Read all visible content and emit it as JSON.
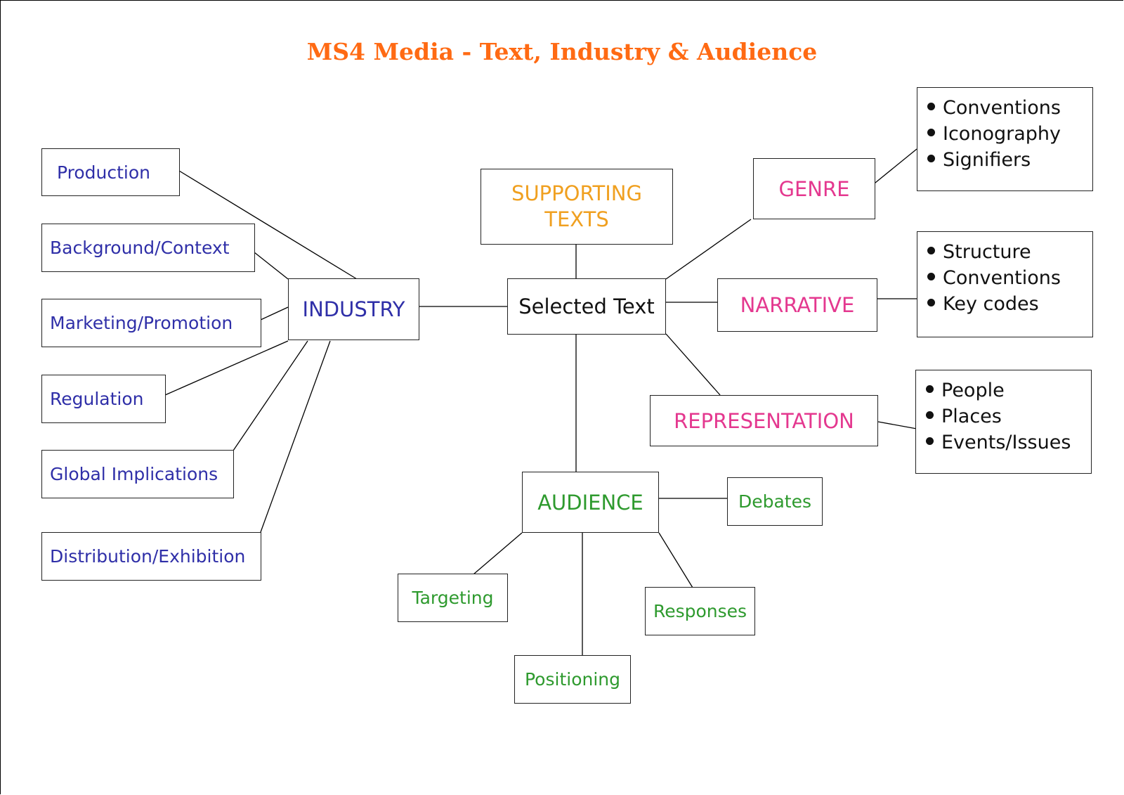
{
  "title": "MS4 Media - Text, Industry & Audience",
  "colors": {
    "title": "#ff6a13",
    "industry": "#2f2fa8",
    "supporting": "#f0a020",
    "text_concepts": "#e4388f",
    "audience": "#2e9a2e",
    "central": "#111111"
  },
  "central": {
    "label": "Selected Text"
  },
  "supporting_texts": {
    "label_line1": "SUPPORTING",
    "label_line2": "TEXTS"
  },
  "industry": {
    "label": "INDUSTRY",
    "items": [
      "Production",
      "Background/Context",
      "Marketing/Promotion",
      "Regulation",
      "Global Implications",
      "Distribution/Exhibition"
    ]
  },
  "text_concepts": {
    "genre": {
      "label": "GENRE",
      "points": [
        "Conventions",
        "Iconography",
        "Signifiers"
      ]
    },
    "narrative": {
      "label": "NARRATIVE",
      "points": [
        "Structure",
        "Conventions",
        "Key codes"
      ]
    },
    "representation": {
      "label": "REPRESENTATION",
      "points": [
        "People",
        "Places",
        "Events/Issues"
      ]
    }
  },
  "audience": {
    "label": "AUDIENCE",
    "items": [
      "Debates",
      "Targeting",
      "Positioning",
      "Responses"
    ]
  }
}
